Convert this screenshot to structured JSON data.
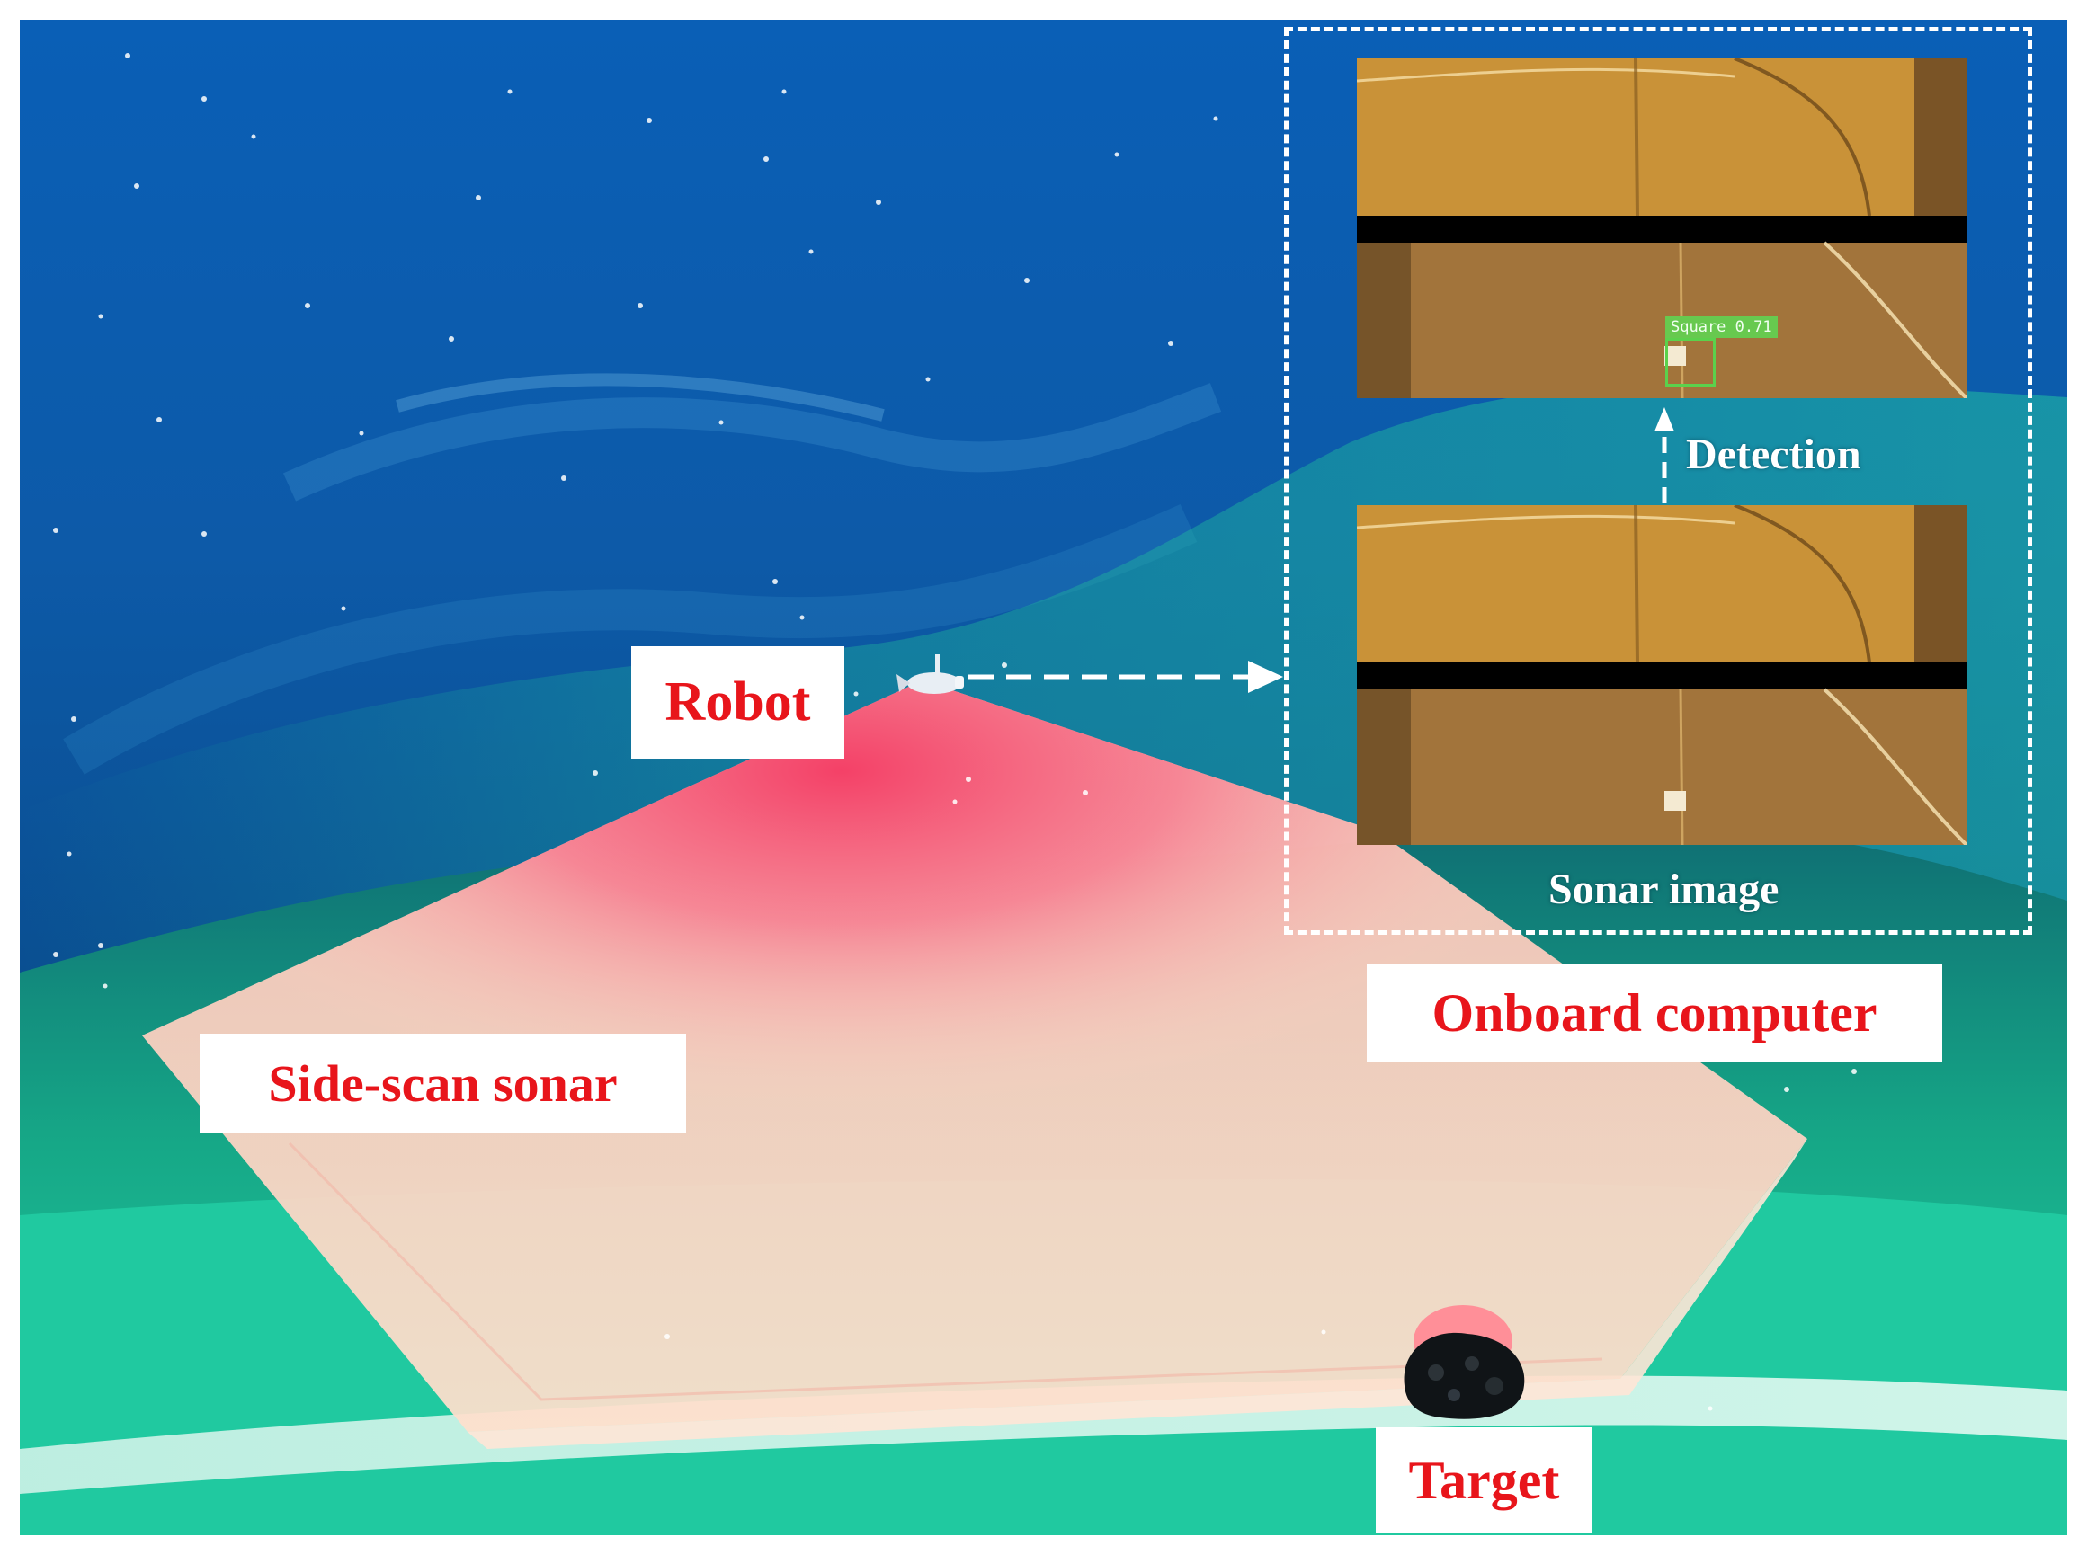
{
  "labels": {
    "robot": "Robot",
    "side_scan_sonar": "Side-scan sonar",
    "onboard_computer": "Onboard computer",
    "target": "Target",
    "detection": "Detection",
    "sonar_image": "Sonar image"
  },
  "detection_result": {
    "class_label": "Square",
    "score": "0.71"
  },
  "colors": {
    "label_text": "#e8151b",
    "label_background": "#ffffff",
    "ocean_deep": "#0b5bb0",
    "seafloor_green": "#1fc79a",
    "sonar_swath": "#ffd2c2",
    "sonar_core": "#f24a6a",
    "sonar_image": "#b98a3c",
    "detection_box": "#5bd14c"
  },
  "icons": {
    "robot": "auv-robot-icon",
    "target": "rock-target-icon",
    "arrows": [
      "dashed-arrow-right-icon",
      "dashed-arrow-up-icon"
    ]
  }
}
